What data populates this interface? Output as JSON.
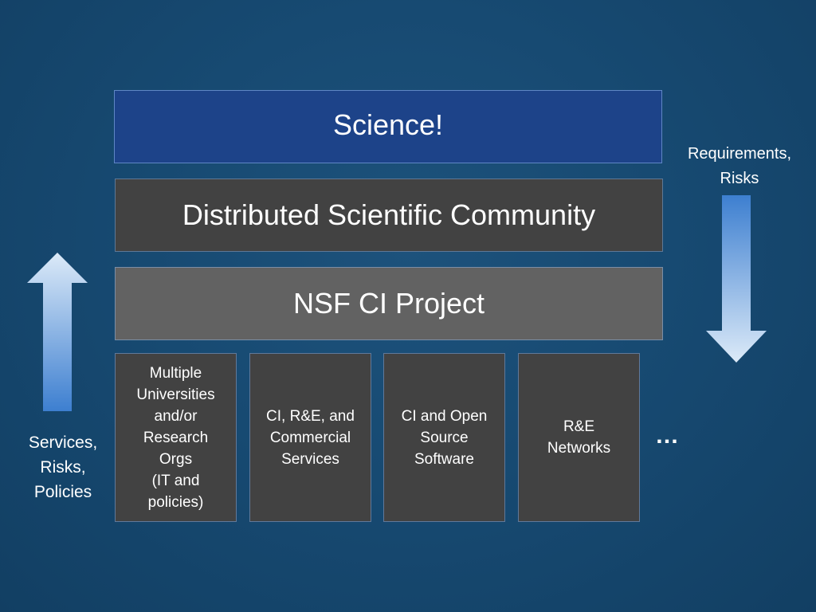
{
  "layers": {
    "science": "Science!",
    "community": "Distributed Scientific Community",
    "project": "NSF CI Project"
  },
  "components": [
    {
      "label": "Multiple\nUniversities\nand/or\nResearch\nOrgs\n(IT and\npolicies)"
    },
    {
      "label": "CI, R&E, and\nCommercial\nServices"
    },
    {
      "label": "CI and Open\nSource\nSoftware"
    },
    {
      "label": "R&E\nNetworks"
    }
  ],
  "more_indicator": "…",
  "right_flow": {
    "label": "Requirements,\nRisks",
    "icon": "arrow-down-icon"
  },
  "left_flow": {
    "label": "Services,\nRisks,\nPolicies",
    "icon": "arrow-up-icon"
  },
  "colors": {
    "background": "#174a72",
    "science": "#1d4389",
    "community": "#424242",
    "project": "#626262",
    "arrow_light": "#dceaf8",
    "arrow_dark": "#3d7fd0"
  }
}
